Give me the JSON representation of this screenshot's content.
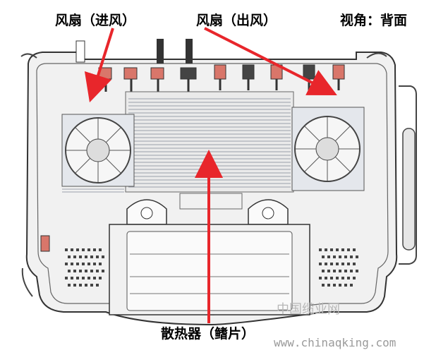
{
  "labels": {
    "fan_intake": "风扇（进风）",
    "fan_exhaust": "风扇（出风）",
    "view": "视角：背面",
    "heatsink": "散热器（鳍片）"
  },
  "watermark": {
    "cn": "中国缆业网",
    "url": "www.chinaqking.com"
  },
  "colors": {
    "arrow": "#e8262b",
    "connector_red": "#d9766a",
    "connector_dark": "#444444",
    "outline": "#333333"
  }
}
